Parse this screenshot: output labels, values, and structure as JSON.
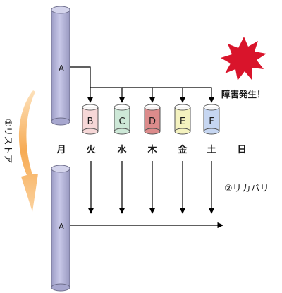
{
  "days": [
    "月",
    "火",
    "水",
    "木",
    "金",
    "土",
    "日"
  ],
  "cylinder_top_label": "A",
  "cylinder_bottom_label": "A",
  "backups": [
    {
      "label": "B",
      "color": "#f6d7d7"
    },
    {
      "label": "C",
      "color": "#cde8d7"
    },
    {
      "label": "D",
      "color": "#dc8b8b"
    },
    {
      "label": "E",
      "color": "#f4f2bf"
    },
    {
      "label": "F",
      "color": "#c6d6f1"
    }
  ],
  "failure_text": "障害発生！",
  "restore_label": "①リストア",
  "recovery_label": "②リカバリ",
  "colors": {
    "cylinder_fill": "#b9b9dd",
    "cylinder_stroke": "#6e6e8c",
    "burst": "#d9142b",
    "restore_arrow": "#f39a3a"
  }
}
